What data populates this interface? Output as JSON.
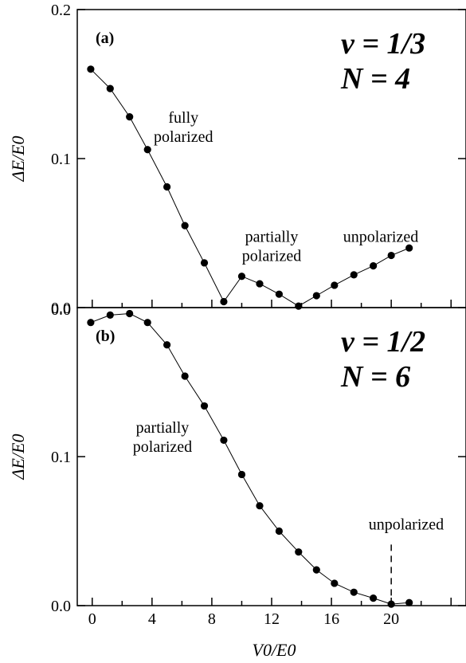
{
  "colors": {
    "line": "#000000",
    "marker": "#000000",
    "background": "#ffffff"
  },
  "chart_data": [
    {
      "type": "line",
      "panel": "(a)",
      "big_label_lines": [
        "ν = 1/3",
        "N = 4"
      ],
      "xlabel": "V0/E0",
      "ylabel": "ΔE/E0",
      "xlim": [
        -1,
        25
      ],
      "ylim": [
        0,
        0.2
      ],
      "yticks": [
        0.0,
        0.1,
        0.2
      ],
      "ytick_labels": [
        "0.0",
        "0.1",
        "0.2"
      ],
      "grid": false,
      "annotations": [
        {
          "lines": [
            "fully",
            "polarized"
          ],
          "x": 6.1,
          "y": 0.124
        },
        {
          "lines": [
            "partially",
            "polarized"
          ],
          "x": 12.0,
          "y": 0.044
        },
        {
          "lines": [
            "unpolarized"
          ],
          "x": 19.3,
          "y": 0.044
        }
      ],
      "series": [
        {
          "x": [
            -0.1,
            1.2,
            2.5,
            3.7,
            5.0,
            6.2,
            7.5,
            8.8,
            10.0,
            11.2,
            12.5,
            13.8,
            15.0,
            16.2,
            17.5,
            18.8,
            20.0,
            21.2
          ],
          "y": [
            0.16,
            0.147,
            0.128,
            0.106,
            0.081,
            0.055,
            0.03,
            0.004,
            0.021,
            0.016,
            0.009,
            0.001,
            0.008,
            0.015,
            0.022,
            0.028,
            0.035,
            0.04
          ]
        }
      ]
    },
    {
      "type": "line",
      "panel": "(b)",
      "big_label_lines": [
        "ν = 1/2",
        "N = 6"
      ],
      "xlabel": "V0/E0",
      "ylabel": "ΔE/E0",
      "xlim": [
        -1,
        25
      ],
      "ylim": [
        0,
        0.2
      ],
      "xticks": [
        0,
        4,
        8,
        12,
        16,
        20
      ],
      "xtick_labels": [
        "0",
        "4",
        "8",
        "12",
        "16",
        "20"
      ],
      "yticks": [
        0.0,
        0.1
      ],
      "ytick_labels": [
        "0.0",
        "0.1"
      ],
      "top_label": "0.0",
      "grid": false,
      "annotations": [
        {
          "lines": [
            "partially",
            "polarized"
          ],
          "x": 4.7,
          "y": 0.116
        },
        {
          "lines": [
            "unpolarized"
          ],
          "x": 21.0,
          "y": 0.051
        }
      ],
      "dashed_marker": {
        "x": 20.0,
        "y_from": 0.041,
        "y_to": 0.001
      },
      "series": [
        {
          "x": [
            -0.1,
            1.2,
            2.5,
            3.7,
            5.0,
            6.2,
            7.5,
            8.8,
            10.0,
            11.2,
            12.5,
            13.8,
            15.0,
            16.2,
            17.5,
            18.8,
            20.0,
            21.2
          ],
          "y": [
            0.19,
            0.195,
            0.196,
            0.19,
            0.175,
            0.154,
            0.134,
            0.111,
            0.088,
            0.067,
            0.05,
            0.036,
            0.024,
            0.015,
            0.009,
            0.005,
            0.001,
            0.002
          ]
        }
      ]
    }
  ]
}
